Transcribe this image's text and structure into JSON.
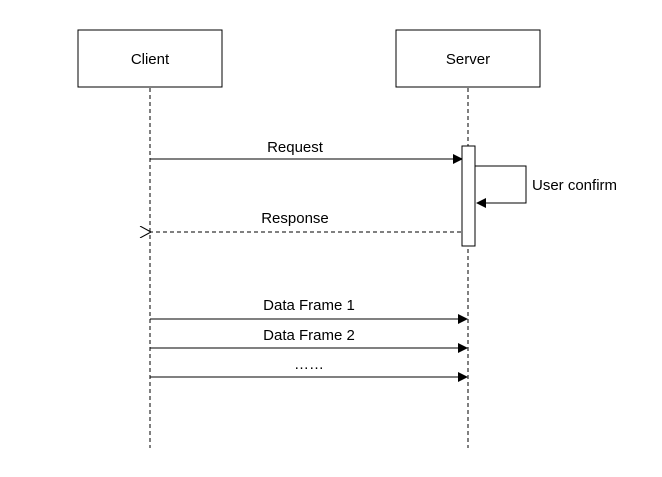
{
  "diagram": {
    "type": "sequence",
    "participants": [
      {
        "id": "client",
        "label": "Client"
      },
      {
        "id": "server",
        "label": "Server"
      }
    ],
    "messages": [
      {
        "id": "request",
        "from": "client",
        "to": "server",
        "label": "Request",
        "style": "solid"
      },
      {
        "id": "user_confirm",
        "from": "server",
        "to": "server",
        "label": "User confirm",
        "style": "self"
      },
      {
        "id": "response",
        "from": "server",
        "to": "client",
        "label": "Response",
        "style": "dashed-return"
      },
      {
        "id": "frame1",
        "from": "client",
        "to": "server",
        "label": "Data Frame 1",
        "style": "solid"
      },
      {
        "id": "frame2",
        "from": "client",
        "to": "server",
        "label": "Data Frame 2",
        "style": "solid"
      },
      {
        "id": "frame_more",
        "from": "client",
        "to": "server",
        "label": "……",
        "style": "solid"
      }
    ]
  }
}
